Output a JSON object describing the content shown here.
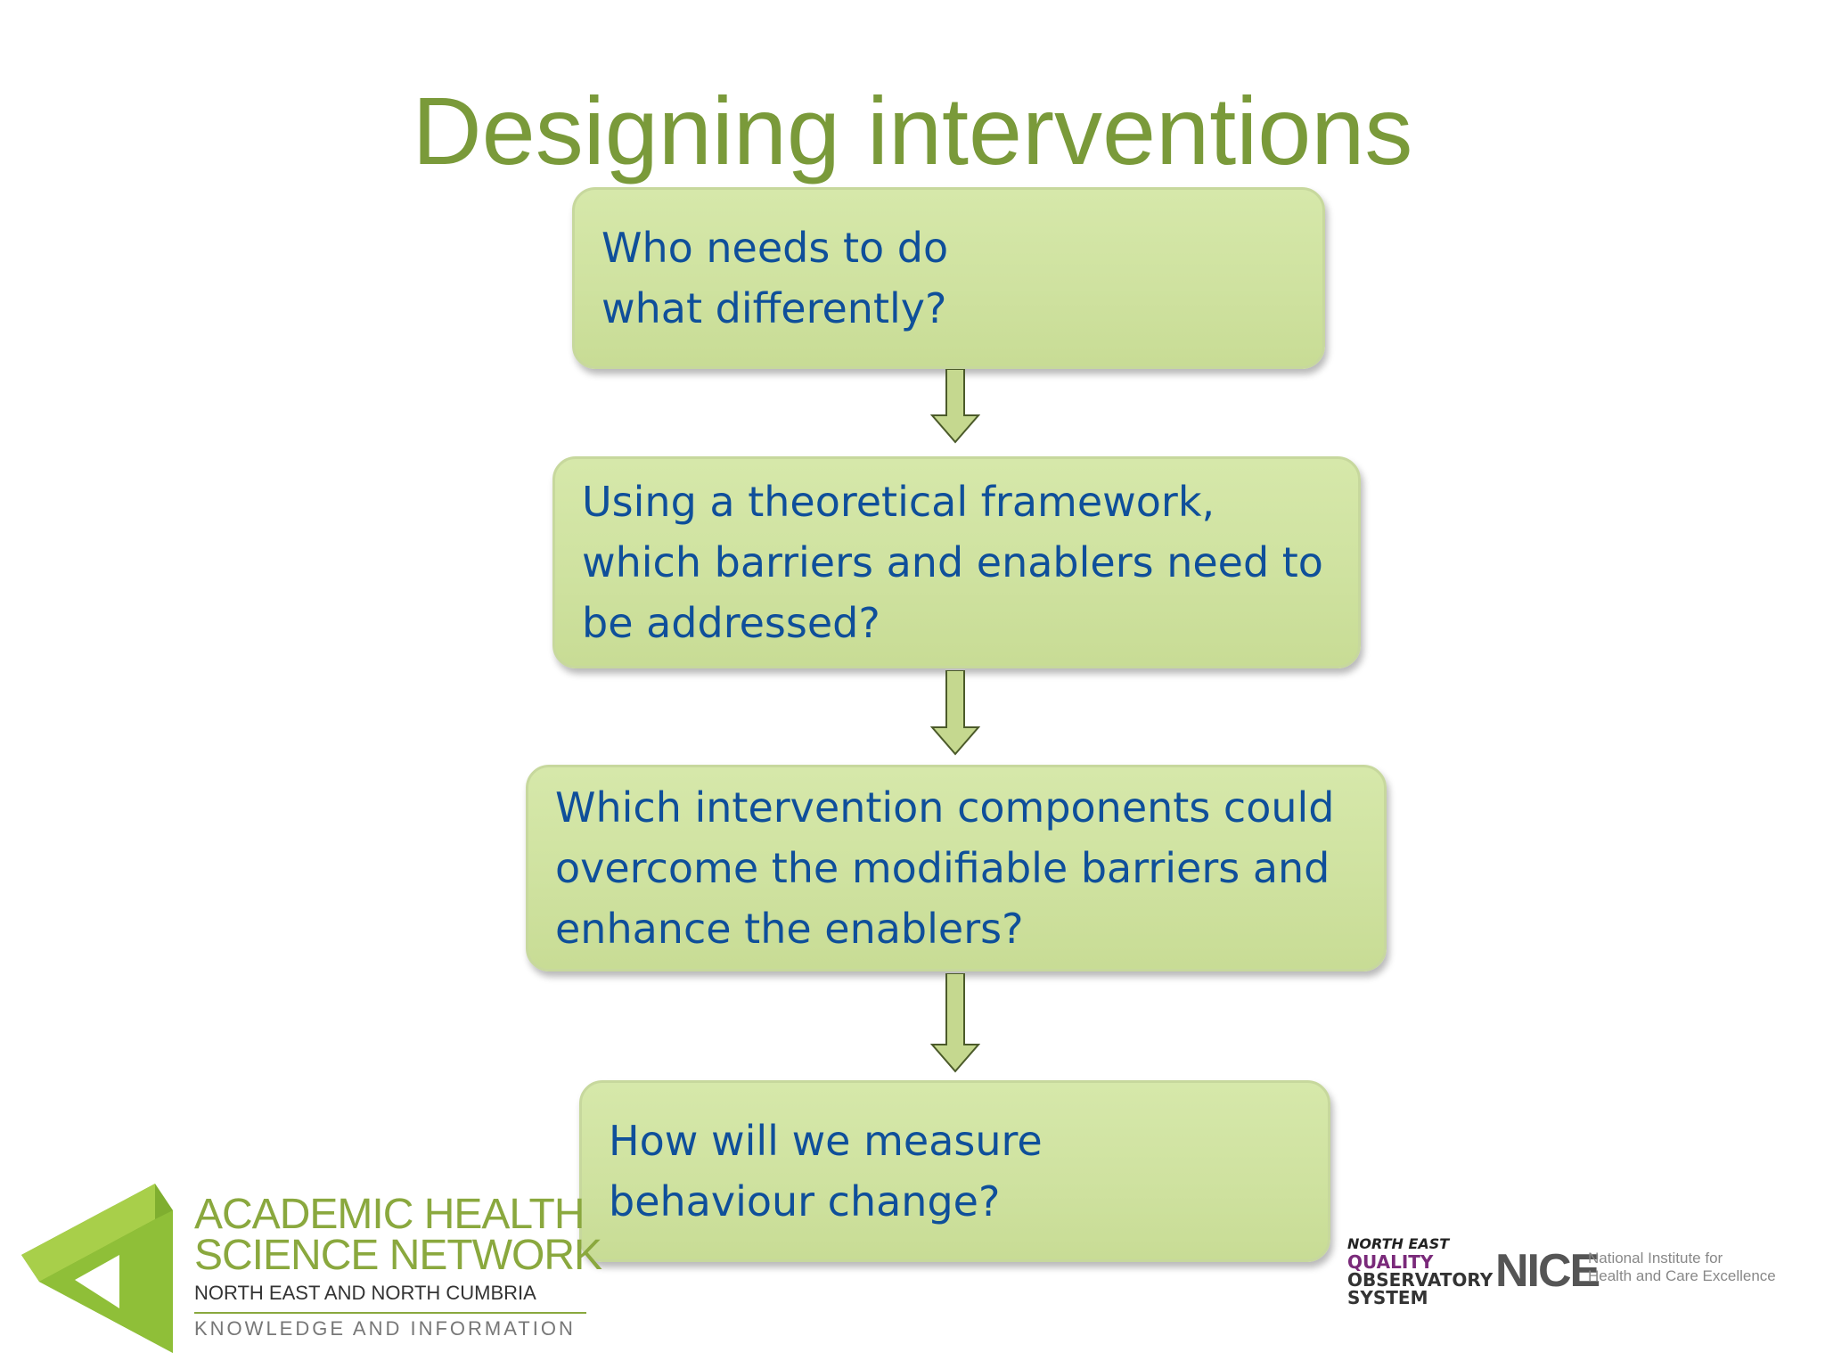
{
  "slide": {
    "title": "Designing interventions"
  },
  "flow": {
    "steps": [
      {
        "lines": [
          "Who needs to do",
          "what differently?"
        ]
      },
      {
        "lines": [
          "Using a theoretical framework,",
          "which barriers and enablers need to",
          "be addressed?"
        ]
      },
      {
        "lines": [
          "Which intervention components could",
          "overcome the modifiable barriers and",
          "enhance the enablers?"
        ]
      },
      {
        "lines": [
          "How will we measure",
          "behaviour change?"
        ]
      }
    ]
  },
  "logos": {
    "ahsn": {
      "line1": "ACADEMIC HEALTH",
      "line2": "SCIENCE NETWORK",
      "line3": "NORTH EAST AND NORTH CUMBRIA",
      "line4": "KNOWLEDGE AND INFORMATION"
    },
    "neqos": {
      "line1": "NORTH EAST",
      "line2": "QUALITY",
      "line3": "OBSERVATORY",
      "line4": "SYSTEM"
    },
    "nice": {
      "word": "NICE",
      "sub1": "National Institute for",
      "sub2": "Health and Care Excellence"
    }
  },
  "colors": {
    "title": "#7a9a3a",
    "box_fill": "#d1e4a2",
    "box_text": "#0f4f9a",
    "arrow_fill": "#c5d88f",
    "arrow_stroke": "#4b5a2a"
  }
}
